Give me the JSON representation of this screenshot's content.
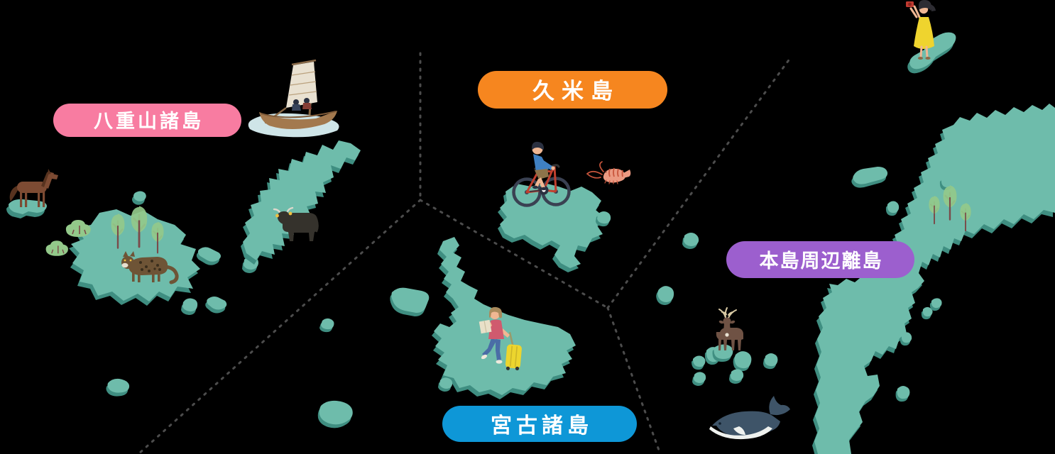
{
  "title": "沖縄 離島エリアマップ (Okinawa outlying islands area map)",
  "regions": [
    {
      "id": "yaeyama",
      "label": "八重山諸島",
      "pill_color": "#f87ca1"
    },
    {
      "id": "kume",
      "label": "久米島",
      "pill_color": "#f6861f"
    },
    {
      "id": "miyako",
      "label": "宮古諸島",
      "pill_color": "#0e97d7"
    },
    {
      "id": "main_island_remote",
      "label": "本島周辺離島",
      "pill_color": "#9c5fce"
    }
  ],
  "illustrations": [
    {
      "name": "sailboat",
      "area": "yaeyama"
    },
    {
      "name": "horse",
      "area": "yaeyama"
    },
    {
      "name": "wildcat",
      "area": "yaeyama"
    },
    {
      "name": "bull",
      "area": "yaeyama"
    },
    {
      "name": "cyclist",
      "area": "kume"
    },
    {
      "name": "shrimp",
      "area": "kume"
    },
    {
      "name": "traveler-with-suitcase",
      "area": "miyako"
    },
    {
      "name": "deer",
      "area": "main_island_remote"
    },
    {
      "name": "whale",
      "area": "main_island_remote"
    },
    {
      "name": "woman-with-camera",
      "area": "main_island_remote"
    },
    {
      "name": "trees",
      "area": "islands"
    },
    {
      "name": "bushes",
      "area": "islands"
    }
  ],
  "colors": {
    "bg": "#000000",
    "island": "#6ebcab",
    "island_shadow": "#3f8e81",
    "dotted": "#4c4c4c",
    "label_text": "#ffffff",
    "tree_green": "#93c98a",
    "trunk": "#7b4a4a",
    "water": "#cfe5e8",
    "sail": "#e9e1d1",
    "hull": "#a3794e",
    "mast": "#8a6a48",
    "skin": "#f0b793",
    "hair_dark": "#2a3040",
    "shirt_blue": "#3f80c2",
    "bike_red": "#c1402f",
    "wheel": "#3a4152",
    "shorts": "#8d734a",
    "shrimp_body": "#eb9a82",
    "shrimp_line": "#c8553c",
    "shirt_pink": "#d05a6e",
    "jeans": "#4a6da6",
    "hair_brown": "#a98a5c",
    "suitcase": "#ecd52e",
    "paper": "#e8e0c8",
    "horse_brown": "#7d4b33",
    "horse_dark": "#58331f",
    "cat_brown": "#6e5436",
    "cat_spot": "#3a2d1c",
    "bull_black": "#35322c",
    "tag_yellow": "#f0c040",
    "deer_brown": "#6f5244",
    "antler": "#d9caa4",
    "whale_body": "#3e5468",
    "whale_belly": "#eef1ee",
    "dress_yellow": "#efd42e",
    "camera_red": "#c03a30",
    "hair_black": "#2e2d33"
  }
}
